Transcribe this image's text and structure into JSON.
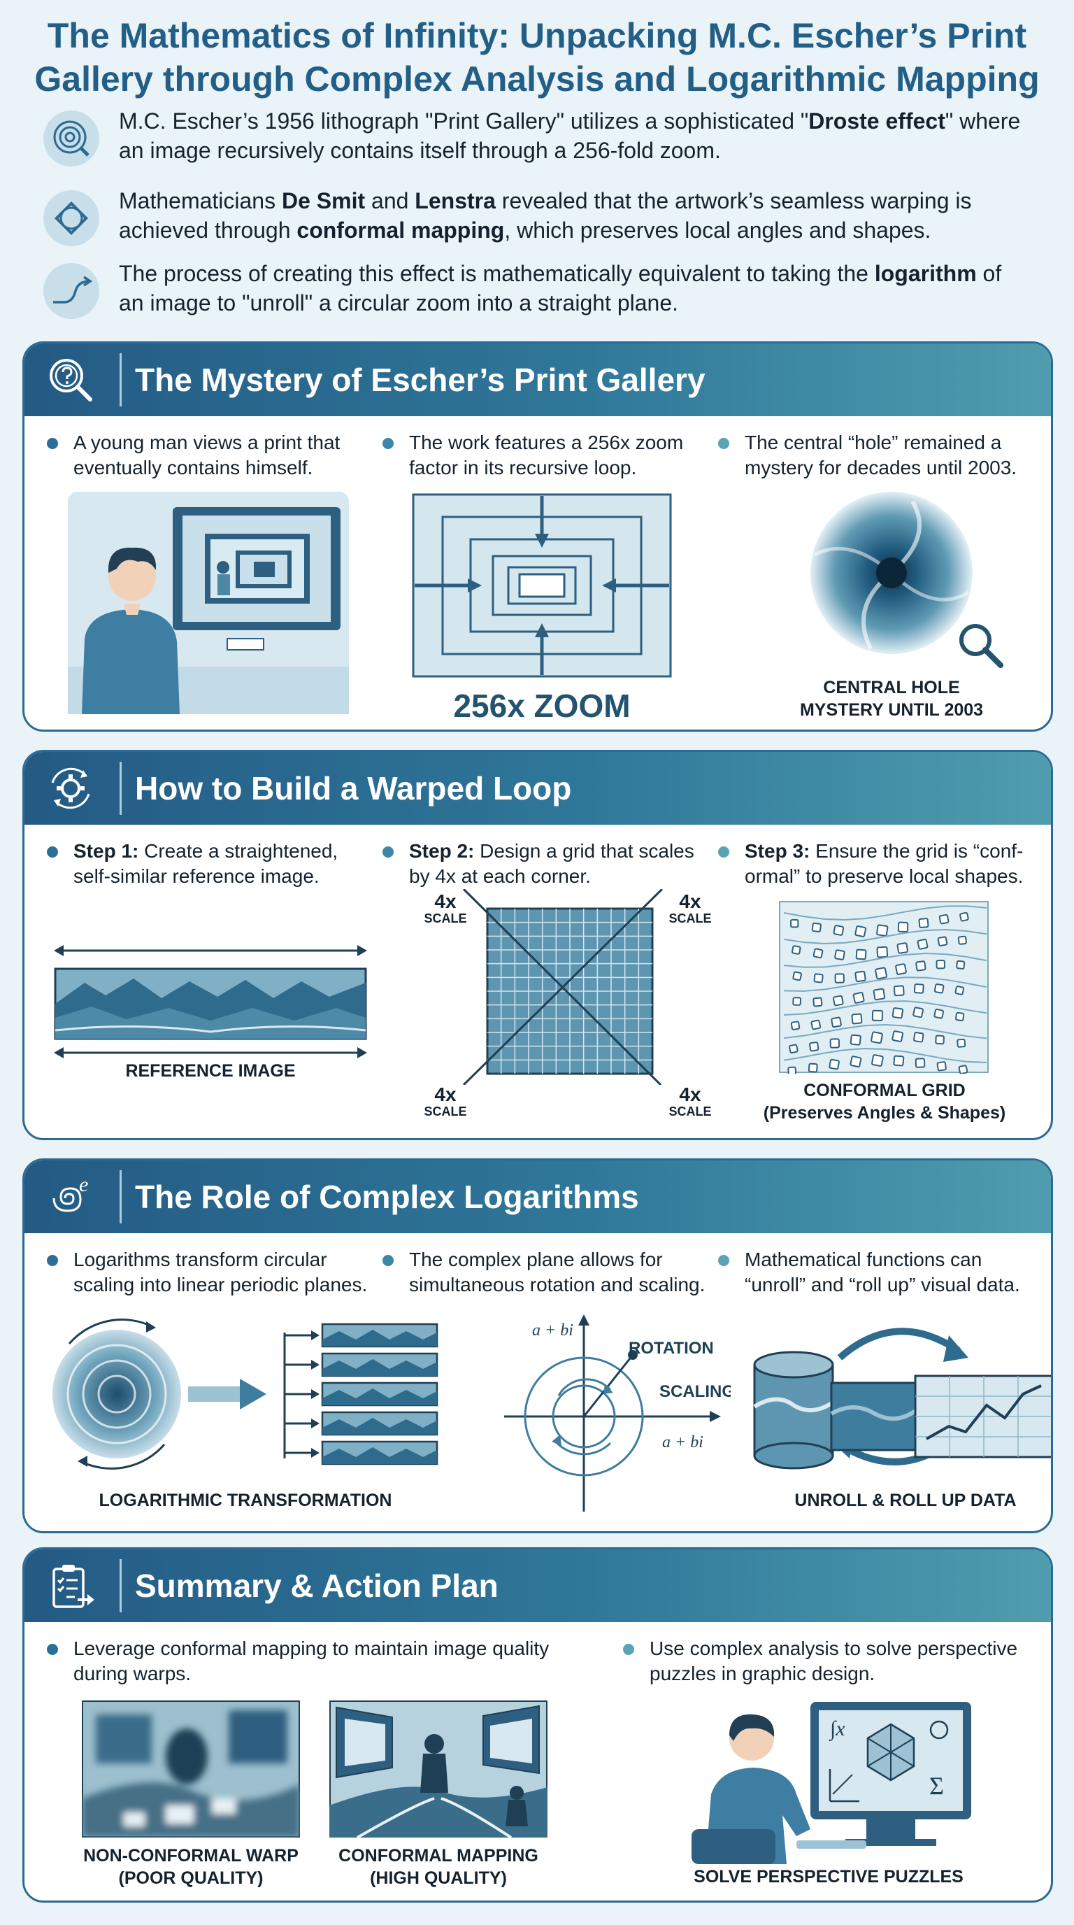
{
  "title": "The Mathematics of Infinity: Unpacking M.C. Escher’s Print Gallery through Complex Analysis and Logarithmic Mapping",
  "intro": [
    {
      "icon": "spiral-target-icon",
      "pre": "M.C. Escher’s 1956 lithograph \"Print Gallery\" utilizes a sophisticated \"",
      "bold": "Droste effect",
      "post": "\" where an image recursively contains itself through a 256-fold zoom."
    },
    {
      "icon": "conformal-knot-icon",
      "pre": "Mathematicians ",
      "bold": "De Smit",
      "mid": " and ",
      "bold2": "Lenstra",
      "mid2": " revealed that the artwork’s seamless warping is achieved through ",
      "bold3": "conformal mapping",
      "post": ", which preserves local angles and shapes."
    },
    {
      "icon": "log-curve-icon",
      "pre": "The process of creating this effect is mathematically equivalent to taking the ",
      "bold": "logarithm",
      "post": " of an image to \"unroll\" a circular zoom into a straight plane."
    }
  ],
  "panels": {
    "mystery": {
      "heading": "The Mystery of Escher’s Print Gallery",
      "points": [
        "A young man views a print that eventually contains himself.",
        "The work features a 256x zoom factor in its recursive loop.",
        "The central “hole” remained a mystery for decades until 2003."
      ],
      "zoom_label": "256x ZOOM",
      "hole_caption": [
        "CENTRAL HOLE",
        "MYSTERY UNTIL 2003"
      ]
    },
    "build": {
      "heading": "How to Build a Warped Loop",
      "steps": [
        {
          "label": "Step 1:",
          "text": " Create a straightened, self-similar reference image."
        },
        {
          "label": "Step 2:",
          "text": " Design a grid that scales by 4x at each corner."
        },
        {
          "label": "Step 3:",
          "text": " Ensure the grid is “conf-ormal” to preserve local shapes."
        }
      ],
      "reference_caption": "REFERENCE IMAGE",
      "scale_value": "4x",
      "scale_word": "SCALE",
      "conformal_caption": [
        "CONFORMAL GRID",
        "(Preserves Angles & Shapes)"
      ]
    },
    "logs": {
      "heading": "The Role of Complex Logarithms",
      "points": [
        "Logarithms transform circular scaling into linear periodic planes.",
        "The complex plane allows for simultaneous rotation and scaling.",
        "Mathematical functions can “unroll” and “roll up” visual data."
      ],
      "log_caption": "LOGARITHMIC TRANSFORMATION",
      "axis_label": "a + bi",
      "rotation_label": "ROTATION",
      "scaling_label": "SCALING",
      "unroll_caption": "UNROLL & ROLL UP DATA"
    },
    "summary": {
      "heading": "Summary & Action Plan",
      "points": [
        "Leverage conformal mapping to maintain image quality during warps.",
        "Use complex analysis to solve perspective puzzles in graphic design."
      ],
      "nonconformal_caption": [
        "NON-CONFORMAL WARP",
        "(POOR QUALITY)"
      ],
      "conformal_caption": [
        "CONFORMAL MAPPING",
        "(HIGH QUALITY)"
      ],
      "solve_caption": "SOLVE PERSPECTIVE PUZZLES",
      "screen_symbols": [
        "∫x",
        "Σ"
      ]
    }
  },
  "colors": {
    "accent": "#245a84",
    "teal": "#4f9dae",
    "light": "#c8dfea"
  }
}
